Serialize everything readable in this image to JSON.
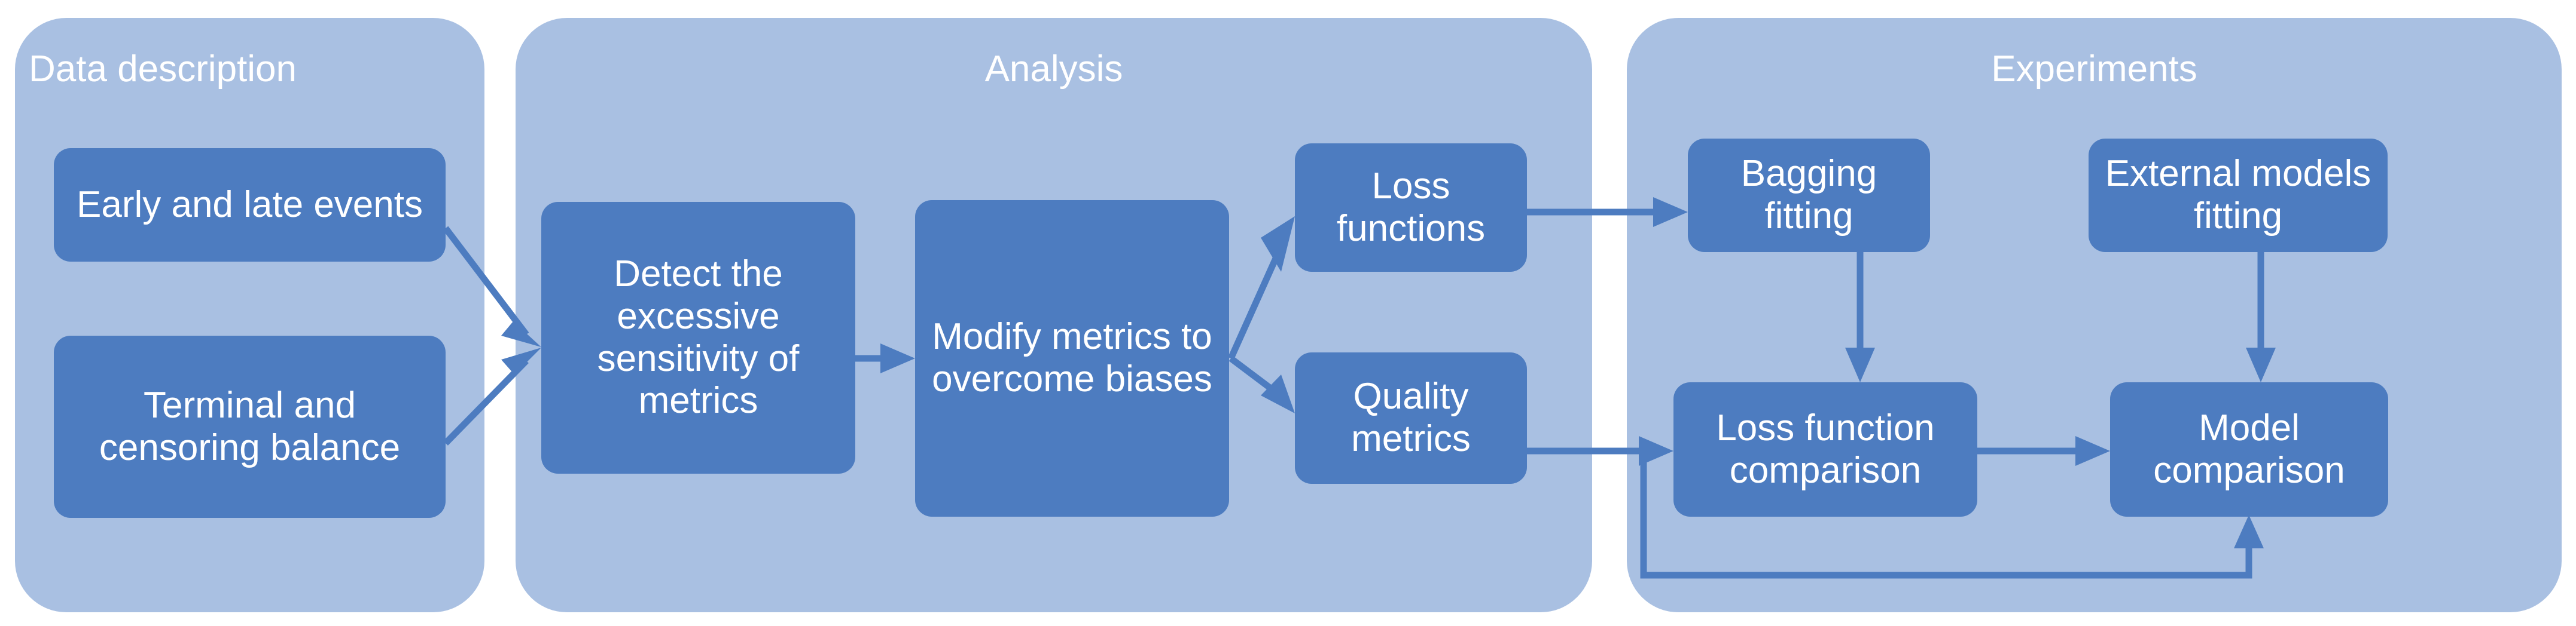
{
  "diagram": {
    "title_kind": "research-pipeline-flowchart",
    "palette": {
      "group_background": "#a9c0e2",
      "node_background": "#4d7cc0",
      "node_text": "#ffffff",
      "group_title_text": "#ffffff",
      "edge": "#4d7cc0",
      "page_background": "#ffffff"
    },
    "groups": [
      {
        "id": "data-description",
        "title": "Data description",
        "nodes": [
          {
            "id": "early-late-events",
            "label": "Early and late events"
          },
          {
            "id": "terminal-censoring-balance",
            "label": "Terminal and censoring balance"
          }
        ]
      },
      {
        "id": "analysis",
        "title": "Analysis",
        "nodes": [
          {
            "id": "detect-sensitivity",
            "label": "Detect the excessive sensitivity of metrics"
          },
          {
            "id": "modify-metrics",
            "label": "Modify metrics to overcome biases"
          },
          {
            "id": "loss-functions",
            "label": "Loss functions"
          },
          {
            "id": "quality-metrics",
            "label": "Quality metrics"
          }
        ]
      },
      {
        "id": "experiments",
        "title": "Experiments",
        "nodes": [
          {
            "id": "bagging-fitting",
            "label": "Bagging fitting"
          },
          {
            "id": "external-models-fitting",
            "label": "External models fitting"
          },
          {
            "id": "loss-function-comparison",
            "label": "Loss function comparison"
          },
          {
            "id": "model-comparison",
            "label": "Model comparison"
          }
        ]
      }
    ],
    "edges": [
      {
        "from": "early-late-events",
        "to": "detect-sensitivity"
      },
      {
        "from": "terminal-censoring-balance",
        "to": "detect-sensitivity"
      },
      {
        "from": "detect-sensitivity",
        "to": "modify-metrics"
      },
      {
        "from": "modify-metrics",
        "to": "loss-functions"
      },
      {
        "from": "modify-metrics",
        "to": "quality-metrics"
      },
      {
        "from": "loss-functions",
        "to": "bagging-fitting"
      },
      {
        "from": "quality-metrics",
        "to": "loss-function-comparison"
      },
      {
        "from": "quality-metrics",
        "to": "model-comparison"
      },
      {
        "from": "bagging-fitting",
        "to": "loss-function-comparison"
      },
      {
        "from": "external-models-fitting",
        "to": "model-comparison"
      },
      {
        "from": "loss-function-comparison",
        "to": "model-comparison"
      }
    ]
  }
}
